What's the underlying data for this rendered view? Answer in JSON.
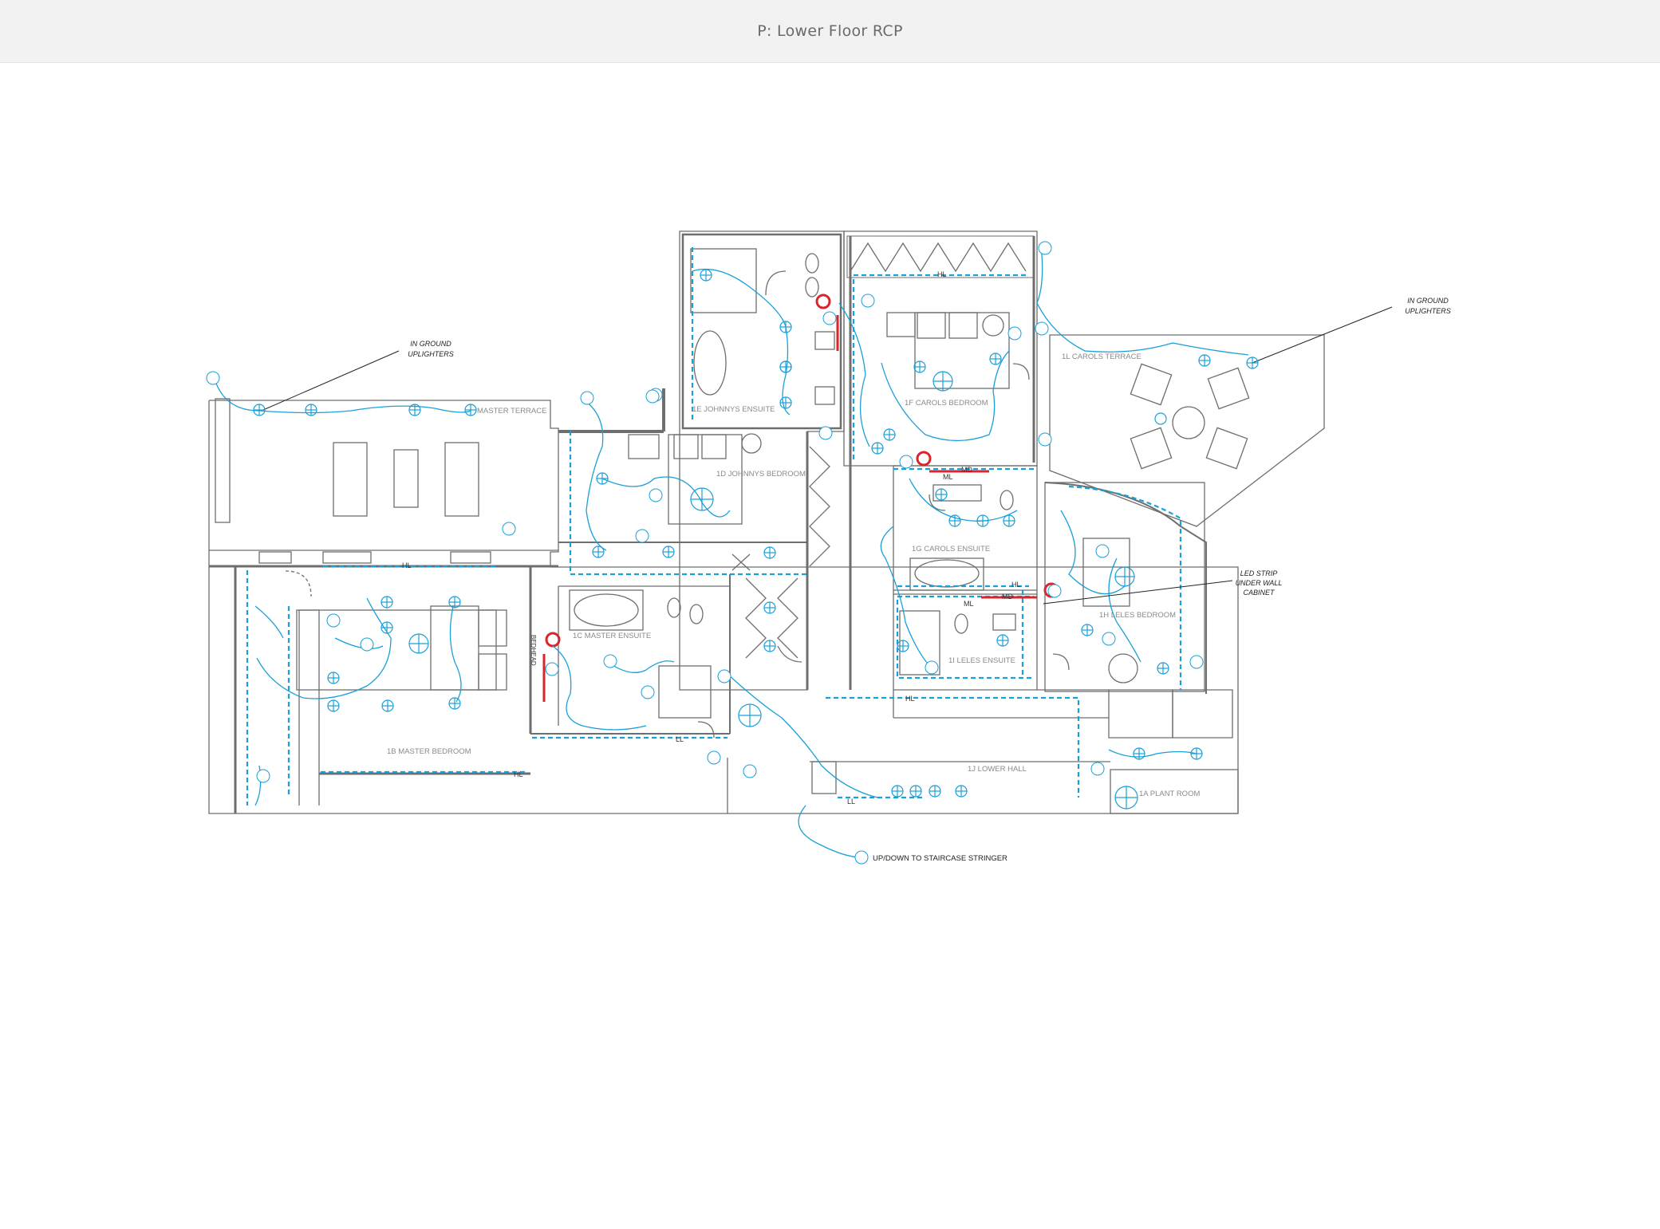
{
  "page": {
    "title": "P: Lower Floor RCP"
  },
  "rooms": {
    "master_terrace": "MASTER TERRACE",
    "master_bedroom": "1B MASTER BEDROOM",
    "master_ensuite": "1C MASTER ENSUITE",
    "johnnys_bedroom": "1D JOHNNYS BEDROOM",
    "johnnys_ensuite": "1E JOHNNYS ENSUITE",
    "carols_bedroom": "1F CAROLS BEDROOM",
    "carols_ensuite": "1G CAROLS ENSUITE",
    "leles_bedroom": "1H LELES BEDROOM",
    "leles_ensuite": "1I LELES ENSUITE",
    "lower_hall": "1J LOWER HALL",
    "carols_terrace": "1L CAROLS TERRACE",
    "plant_room": "1A PLANT ROOM"
  },
  "annotations": {
    "uplighters_left_1": "IN GROUND",
    "uplighters_left_2": "UPLIGHTERS",
    "uplighters_right_1": "IN GROUND",
    "uplighters_right_2": "UPLIGHTERS",
    "led_strip_1": "LED STRIP",
    "led_strip_2": "UNDER WALL",
    "led_strip_3": "CABINET",
    "staircase": "UP/DOWN TO STAIRCASE STRINGER",
    "bedhead": "BEDHEAD"
  },
  "strip_labels": {
    "hl": "HL",
    "ml": "ML",
    "md": "MD",
    "ll": "LL"
  },
  "colors": {
    "wall": "#6e6e6e",
    "circuit": "#1aa0d8",
    "md_strip": "#d9262c",
    "header_bg": "#f2f2f2"
  }
}
